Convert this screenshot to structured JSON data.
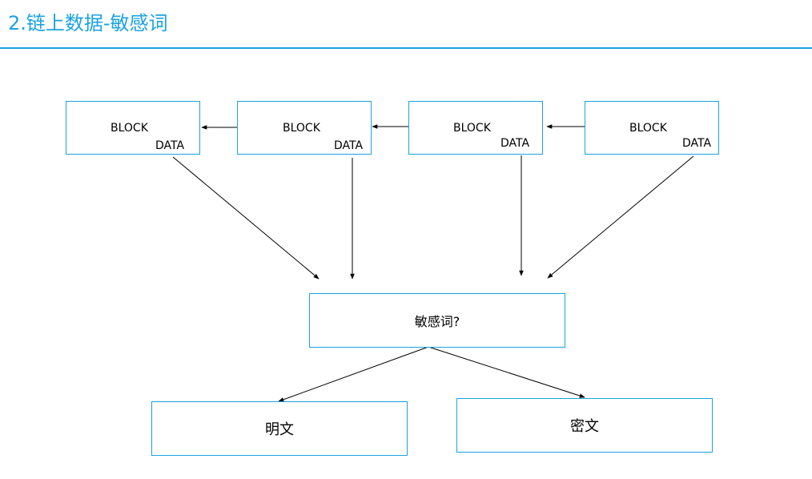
{
  "title": "2.链上数据-敏感词",
  "colors": {
    "accent": "#1aa3e0",
    "line": "#000000"
  },
  "blocks": [
    {
      "block": "BLOCK",
      "data": "DATA"
    },
    {
      "block": "BLOCK",
      "data": "DATA"
    },
    {
      "block": "BLOCK",
      "data": "DATA"
    },
    {
      "block": "BLOCK",
      "data": "DATA"
    }
  ],
  "decision": "敏感词?",
  "outcomes": {
    "plaintext": "明文",
    "ciphertext": "密文"
  }
}
